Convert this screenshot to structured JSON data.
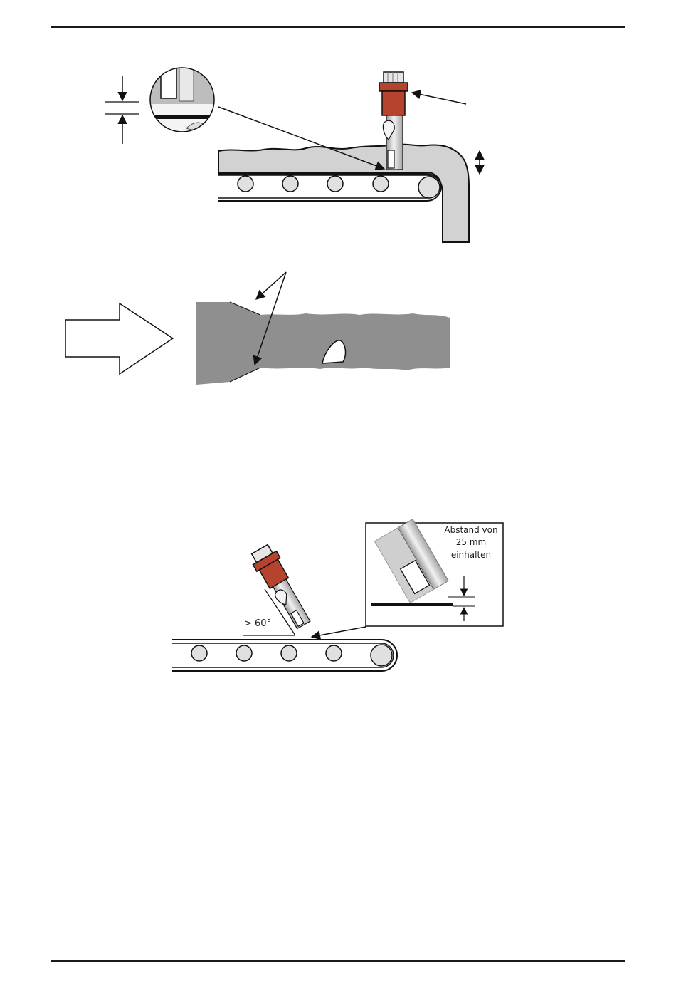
{
  "figure_top": {
    "probe_colors": {
      "body": "#b5432d",
      "metal": "#d6d6d6",
      "material": "#d2d2d2"
    }
  },
  "figure_middle": {
    "colors": {
      "material": "#8f8f8f"
    }
  },
  "figure_bottom": {
    "angle_label": "> 60°",
    "inset_text": [
      "Abstand von",
      "25 mm",
      "einhalten"
    ]
  }
}
